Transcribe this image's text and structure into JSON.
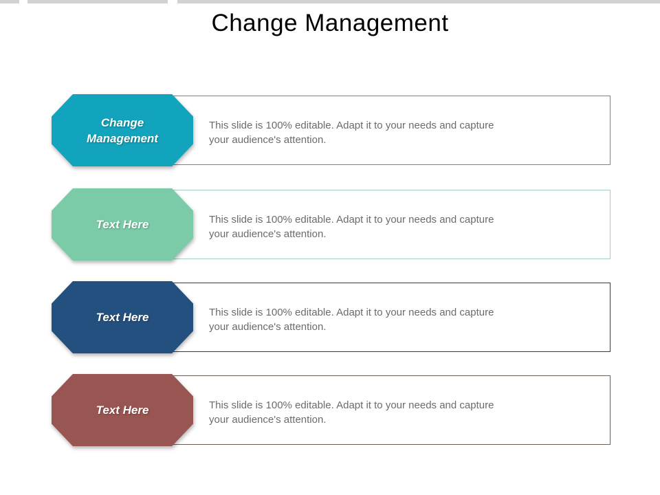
{
  "slide": {
    "title": "Change Management"
  },
  "description": "This slide is 100% editable. Adapt it to your needs and capture your audience's attention.",
  "rows": [
    {
      "label": "Change Management",
      "badge_color": "#12a4bc",
      "border_color": "#2e9fb5"
    },
    {
      "label": "Text Here",
      "badge_color": "#7bcba8",
      "border_color": "#a6ccc3"
    },
    {
      "label": "Text Here",
      "badge_color": "#24507f",
      "border_color": "#2a3b4f"
    },
    {
      "label": "Text Here",
      "badge_color": "#985551",
      "border_color": "#6e5b55"
    }
  ]
}
